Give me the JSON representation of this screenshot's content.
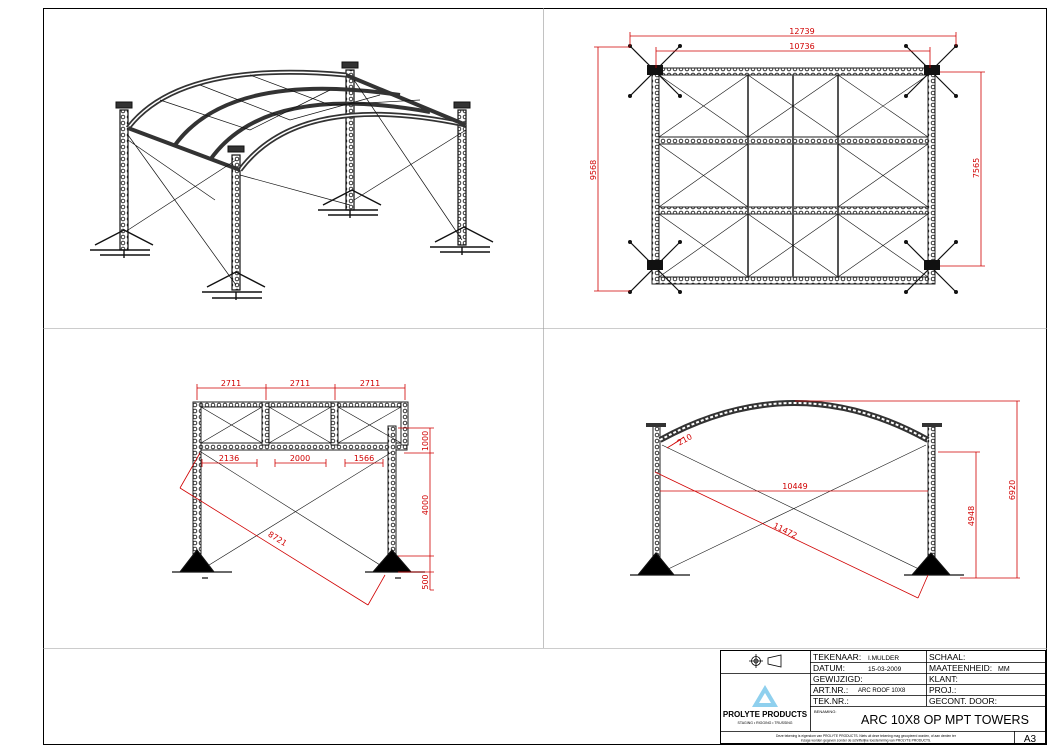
{
  "drawing": {
    "plan_view": {
      "width_outer": "12739",
      "width_inner": "10736",
      "depth_outer": "9568",
      "depth_inner": "7565"
    },
    "side_view": {
      "bay_1": "2711",
      "bay_2": "2711",
      "bay_3": "2711",
      "span_1": "2136",
      "span_2": "2000",
      "span_3": "1566",
      "height_top": "1000",
      "height_mid": "4000",
      "height_base": "500",
      "diagonal": "8721"
    },
    "front_view": {
      "offset": "210",
      "clear_span": "10449",
      "diagonal": "11472",
      "tower_height": "4948",
      "total_height": "6920"
    }
  },
  "title_block": {
    "tekenaar_label": "TEKENAAR:",
    "tekenaar_value": "I.MULDER",
    "datum_label": "DATUM:",
    "datum_value": "15-03-2009",
    "gewijzigd_label": "GEWIJZIGD:",
    "artnr_label": "ART.NR.:",
    "artnr_value": "ARC ROOF 10X8",
    "teknr_label": "TEK.NR.:",
    "schaal_label": "SCHAAL:",
    "maateenheid_label": "MAATEENHEID:",
    "maateenheid_value": "MM",
    "klant_label": "KLANT:",
    "proj_label": "PROJ.:",
    "gecont_label": "GECONT. DOOR:",
    "benaming_label": "BENAMING:",
    "benaming_value": "ARC 10X8 OP MPT TOWERS",
    "company_name": "PROLYTE PRODUCTS",
    "company_tagline": "STAGING • RIGGING • TRUSSING",
    "disclaimer_1": "Deze tekening is eigendom van PROLYTE PRODUCTS. Niets uit deze tekening mag gecopieerd worden, of aan derden ter",
    "disclaimer_2": "inzage worden gegeven zonder de schriftelijke toestemming van PROLYTE PRODUCTS.",
    "sheet_size": "A3"
  },
  "colors": {
    "dimension": "#d00000",
    "logo": "#8fd0ee",
    "line": "#000000"
  }
}
